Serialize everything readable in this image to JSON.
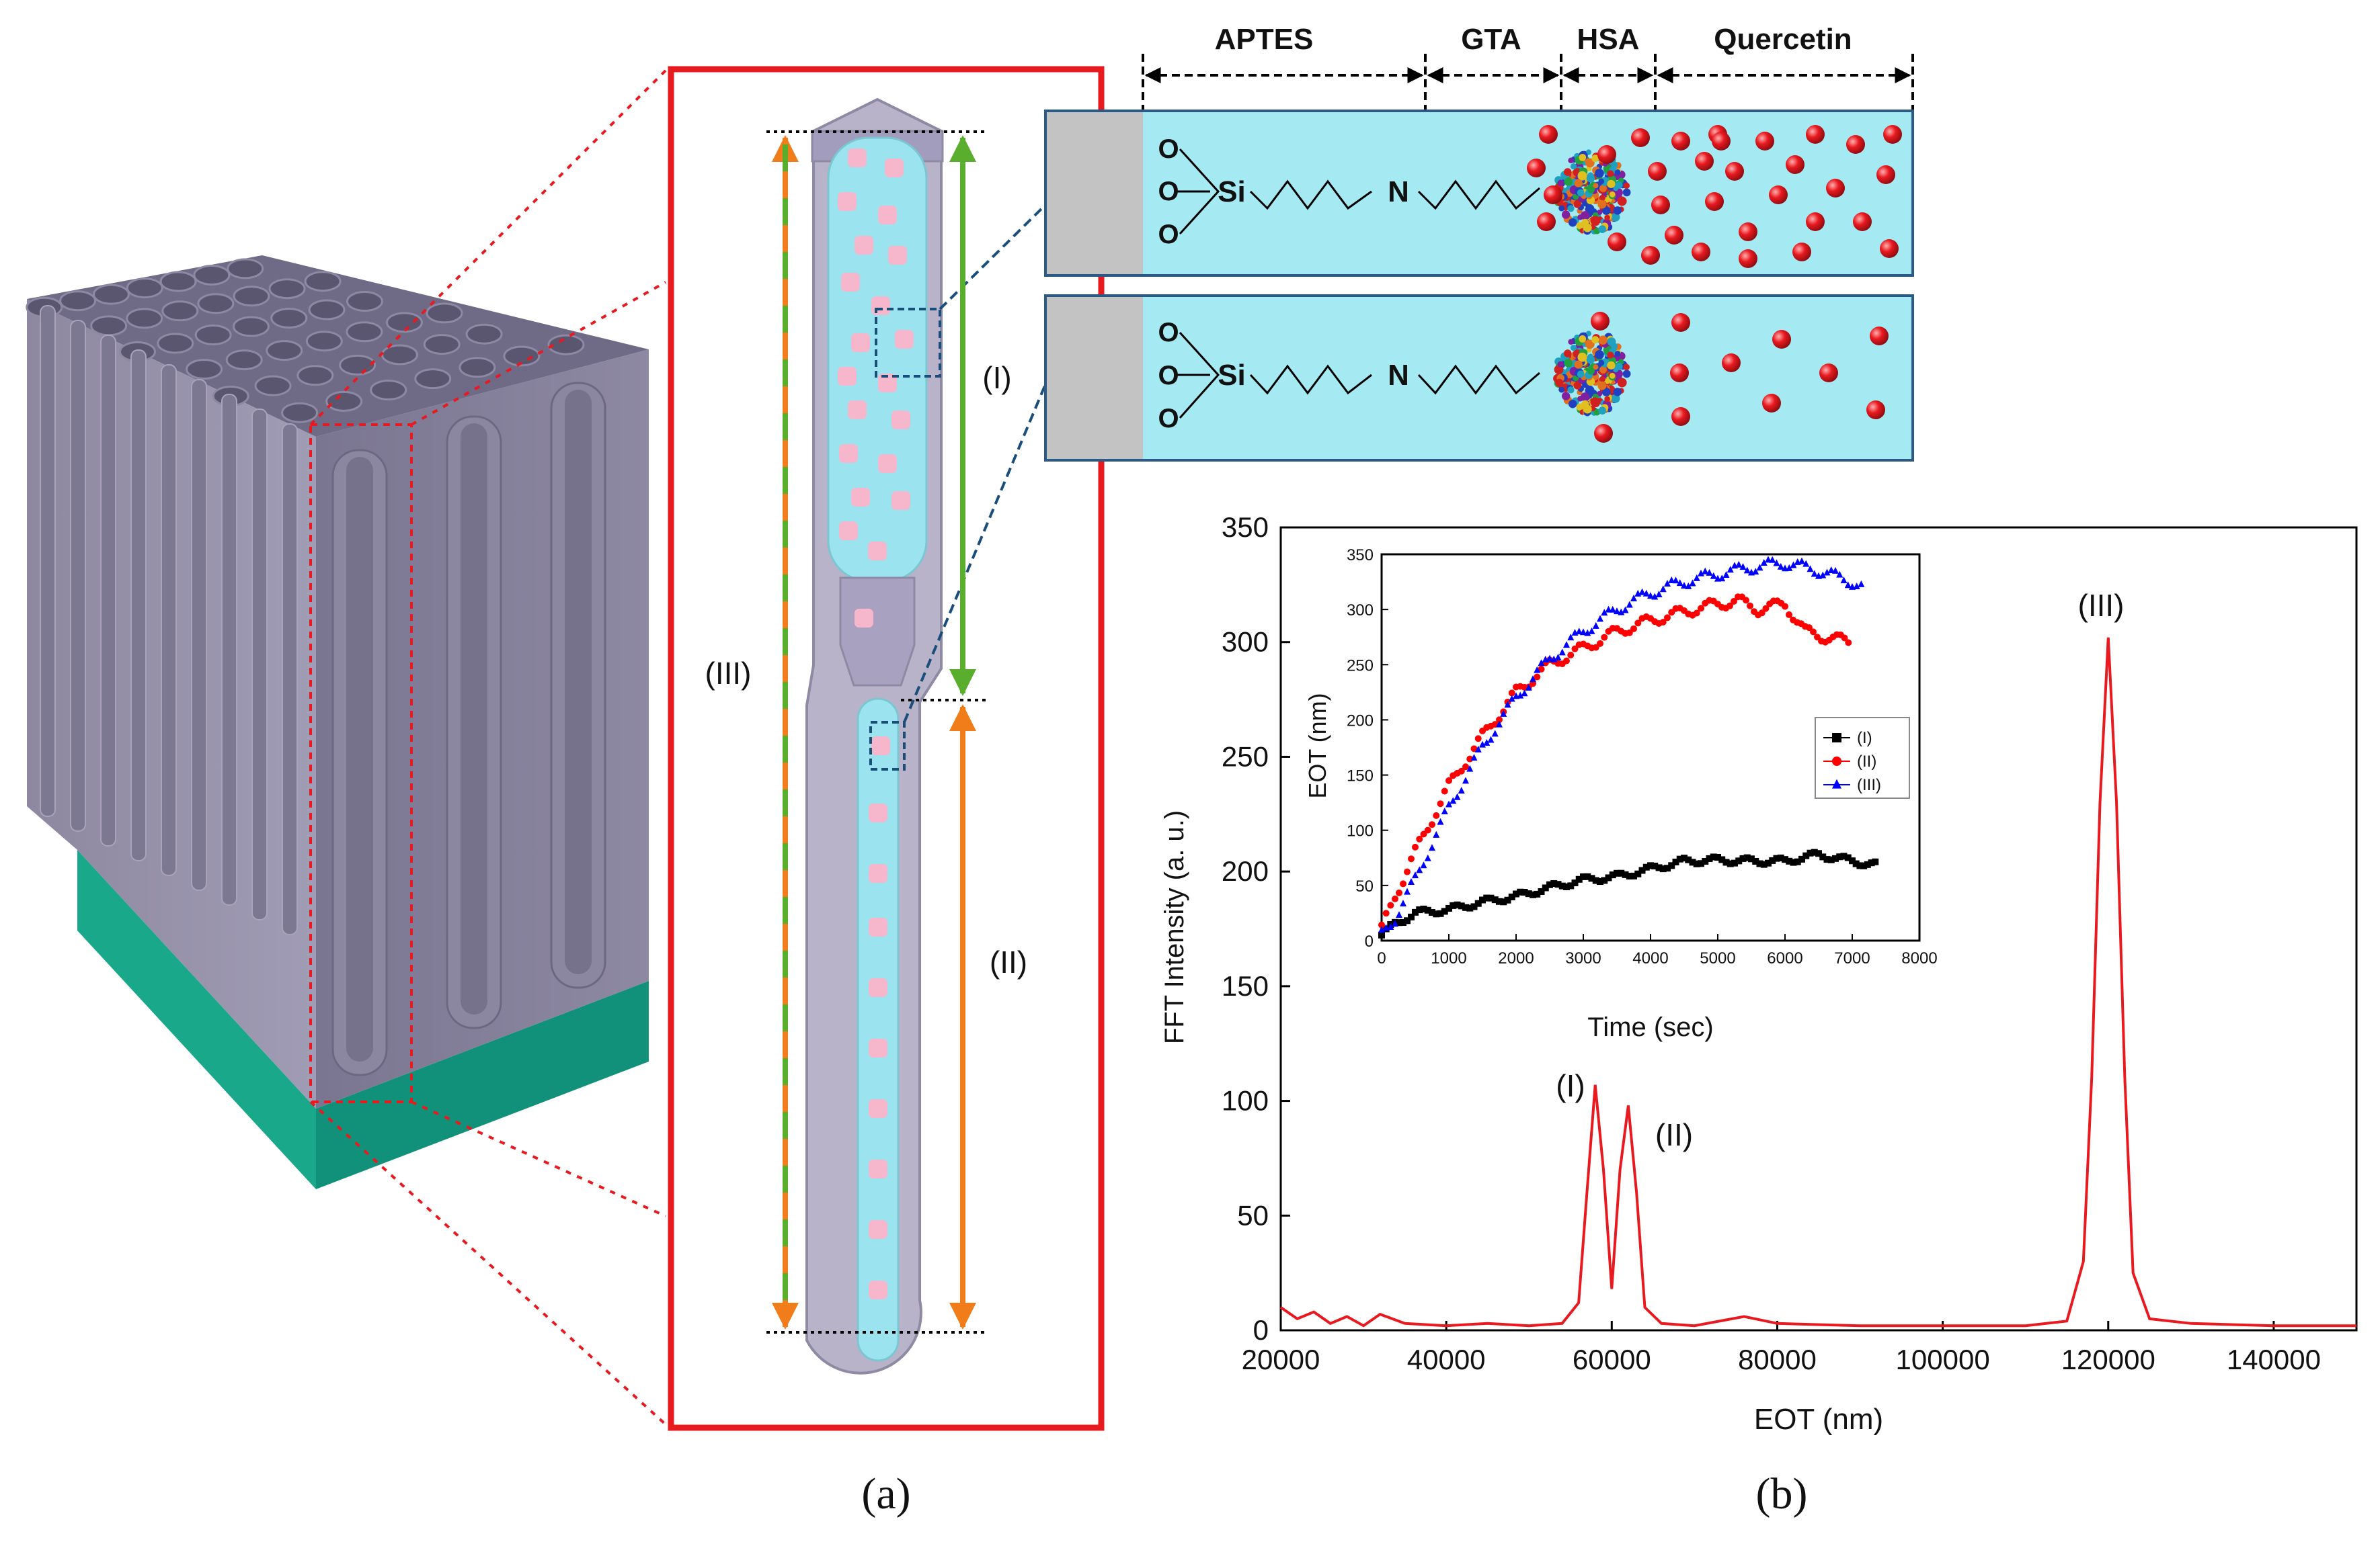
{
  "figure": {
    "panel_a_caption": "(a)",
    "panel_b_caption": "(b)"
  },
  "pore_diagram": {
    "section_labels": [
      "(I)",
      "(II)",
      "(III)"
    ]
  },
  "surface_chem": {
    "layer_labels": [
      "APTES",
      "GTA",
      "HSA",
      "Quercetin"
    ],
    "atom_O": "O",
    "atom_Si": "Si",
    "atom_N": "N"
  },
  "colors": {
    "pore_fill": "#9be4ef",
    "wall": "#b8b3c8",
    "substrate": "#1bb597",
    "frame_red": "#e8191f",
    "dash_blue": "#1a4d7a",
    "arrow_green": "#5aae2e",
    "arrow_orange": "#f07d1a",
    "trace_red": "#e8191f",
    "series_black": "#000000",
    "series_red": "#ff0000",
    "series_blue": "#0000ff"
  },
  "chart_data": [
    {
      "type": "line",
      "xlabel": "EOT (nm)",
      "ylabel": "FFT Intensity (a. u.)",
      "xlim": [
        20000,
        150000
      ],
      "ylim": [
        0,
        350
      ],
      "xticks": [
        "20000",
        "40000",
        "60000",
        "80000",
        "100000",
        "120000",
        "140000"
      ],
      "yticks": [
        "0",
        "50",
        "100",
        "150",
        "200",
        "250",
        "300",
        "350"
      ],
      "series": [
        {
          "x": [
            20000,
            22000,
            24000,
            26000,
            28000,
            30000,
            32000,
            35000,
            40000,
            45000,
            50000,
            54000,
            56000,
            57000,
            58000,
            59000,
            60000,
            61000,
            62000,
            63000,
            64000,
            66000,
            70000,
            76000,
            80000,
            90000,
            100000,
            110000,
            115000,
            117000,
            118000,
            119000,
            120000,
            121000,
            122000,
            123000,
            125000,
            130000,
            140000,
            150000
          ],
          "values": [
            10,
            5,
            8,
            3,
            6,
            2,
            7,
            3,
            2,
            3,
            2,
            3,
            12,
            60,
            107,
            70,
            18,
            70,
            98,
            60,
            10,
            3,
            2,
            6,
            3,
            2,
            2,
            2,
            4,
            30,
            110,
            230,
            302,
            230,
            110,
            25,
            5,
            3,
            2,
            2
          ]
        }
      ],
      "annotations": [
        "(I)",
        "(II)",
        "(III)"
      ]
    },
    {
      "type": "scatter",
      "xlabel": "Time (sec)",
      "ylabel": "EOT (nm)",
      "xlim": [
        0,
        8000
      ],
      "ylim": [
        0,
        350
      ],
      "xticks": [
        "0",
        "1000",
        "2000",
        "3000",
        "4000",
        "5000",
        "6000",
        "7000",
        "8000"
      ],
      "yticks": [
        "0",
        "50",
        "100",
        "150",
        "200",
        "250",
        "300",
        "350"
      ],
      "legend": "center-right",
      "series": [
        {
          "name": "(I)",
          "x": [
            0,
            200,
            500,
            1000,
            1500,
            2000,
            2500,
            3000,
            3500,
            4000,
            4500,
            5000,
            5500,
            6000,
            6500,
            7000,
            7400
          ],
          "values": [
            5,
            15,
            25,
            28,
            35,
            40,
            48,
            55,
            58,
            65,
            72,
            73,
            72,
            72,
            78,
            72,
            68
          ]
        },
        {
          "name": "(II)",
          "x": [
            0,
            200,
            500,
            1000,
            1500,
            2000,
            2500,
            3000,
            3500,
            4000,
            4500,
            5000,
            5300,
            5600,
            6000,
            6300,
            6600,
            7000
          ],
          "values": [
            10,
            40,
            80,
            140,
            185,
            225,
            250,
            265,
            280,
            290,
            298,
            305,
            308,
            300,
            305,
            280,
            275,
            270
          ]
        },
        {
          "name": "(III)",
          "x": [
            0,
            200,
            500,
            1000,
            1500,
            2000,
            2500,
            3000,
            3500,
            4000,
            4500,
            5000,
            5500,
            6000,
            6500,
            7000,
            7200
          ],
          "values": [
            5,
            20,
            55,
            120,
            175,
            220,
            255,
            280,
            300,
            315,
            325,
            332,
            338,
            342,
            335,
            325,
            318
          ]
        }
      ]
    }
  ]
}
